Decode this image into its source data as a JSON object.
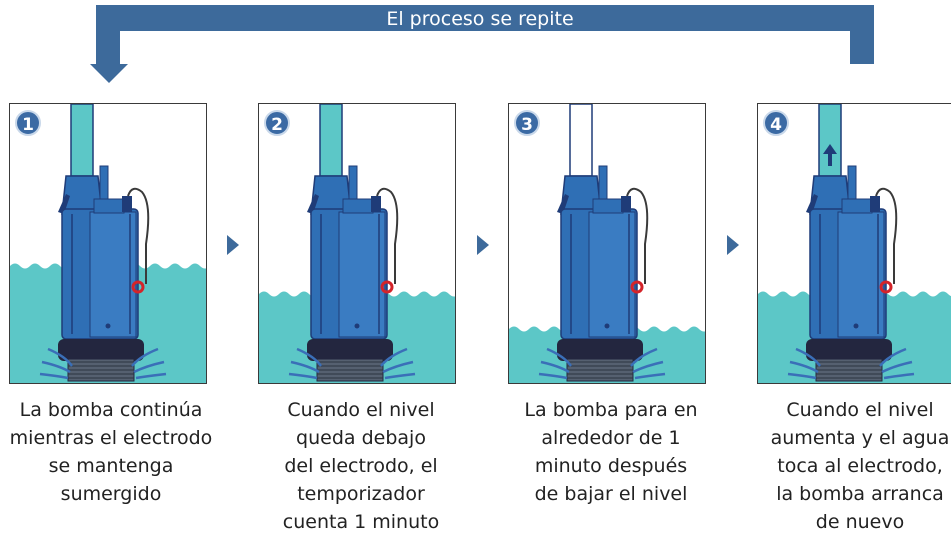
{
  "banner": {
    "label": "El proceso se repite"
  },
  "steps": [
    {
      "number": "1",
      "caption": "La bomba continúa\nmientras el electrodo\nse mantenga\nsumergido",
      "water": "high",
      "pipe": "full",
      "up_arrow": false
    },
    {
      "number": "2",
      "caption": "Cuando el nivel\nqueda debajo\ndel electrodo, el\ntemporizador\ncuenta 1 minuto",
      "water": "mid",
      "pipe": "full",
      "up_arrow": false
    },
    {
      "number": "3",
      "caption": "La bomba para en\nalrededor de 1\nminuto después\nde bajar el nivel",
      "water": "low",
      "pipe": "empty",
      "up_arrow": false
    },
    {
      "number": "4",
      "caption": "Cuando el nivel\naumenta y el agua\ntoca al electrodo,\nla bomba arranca\nde nuevo",
      "water": "mid",
      "pipe": "full",
      "up_arrow": true
    }
  ],
  "colors": {
    "banner": "#3d6a9b",
    "water": "#5cc7c7",
    "pump_body": "#2f6fb5",
    "pump_dark": "#1f3c78",
    "base": "#23263f",
    "electrode": "#d4242a"
  }
}
